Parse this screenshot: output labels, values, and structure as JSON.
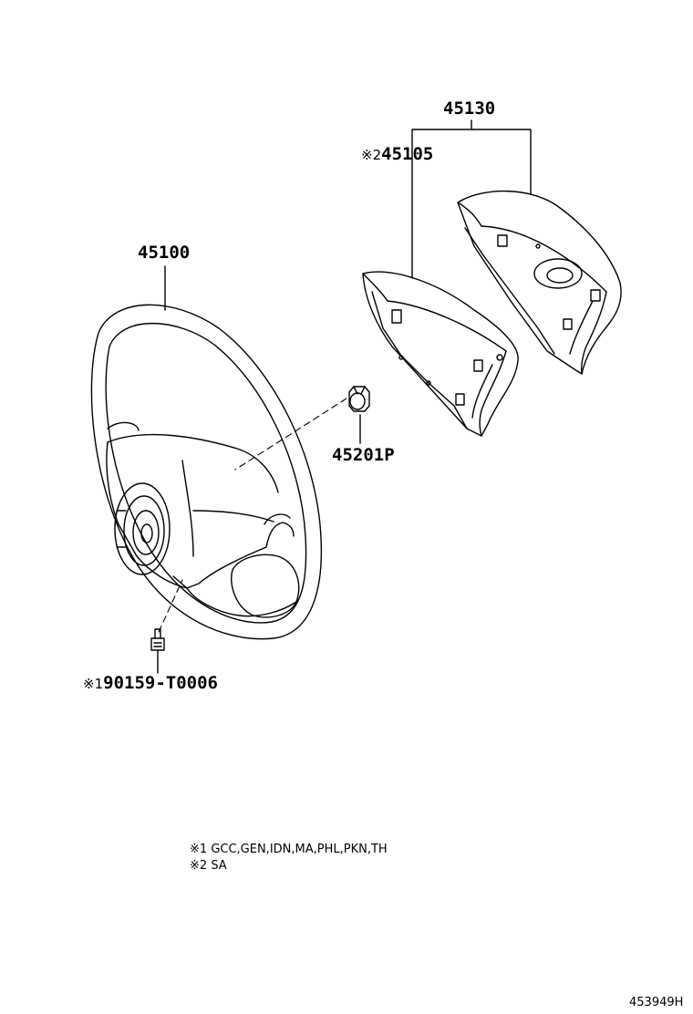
{
  "parts": {
    "pad_assembly": {
      "number": "45130"
    },
    "pad_sub": {
      "mark": "※2",
      "number": "45105"
    },
    "steering_wheel": {
      "number": "45100"
    },
    "nut": {
      "number": "45201P"
    },
    "screw": {
      "mark": "※1",
      "number": "90159-T0006"
    }
  },
  "notes": [
    {
      "mark": "※1",
      "text": "GCC,GEN,IDN,MA,PHL,PKN,TH"
    },
    {
      "mark": "※2",
      "text": "SA"
    }
  ],
  "figure_code": "453949H",
  "colors": {
    "line": "#000000",
    "background": "#ffffff"
  }
}
